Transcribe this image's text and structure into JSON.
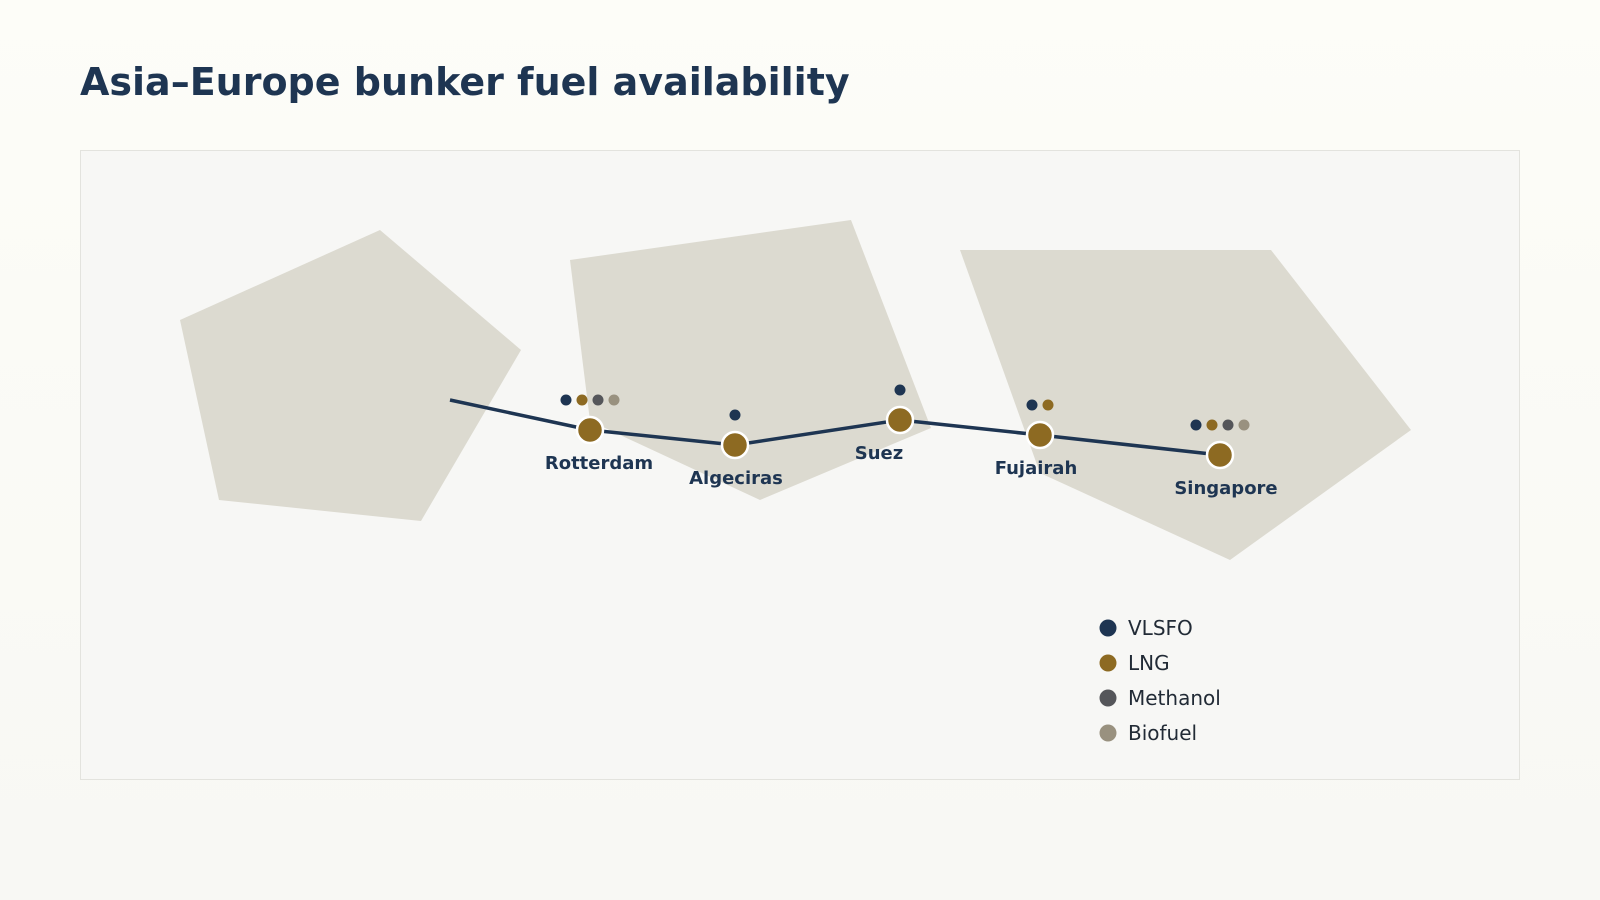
{
  "title": "Asia–Europe bunker fuel availability",
  "colors": {
    "land": "#dcdad0",
    "route": "#1e3552",
    "port": "#8d6a22",
    "label": "#1e3552"
  },
  "fuels": [
    {
      "name": "VLSFO",
      "color": "#1e3552"
    },
    {
      "name": "LNG",
      "color": "#8d6a22"
    },
    {
      "name": "Methanol",
      "color": "#55565a"
    },
    {
      "name": "Biofuel",
      "color": "#99917f"
    }
  ],
  "ports": [
    {
      "name": "Rotterdam",
      "fuels": [
        "VLSFO",
        "LNG",
        "Methanol",
        "Biofuel"
      ]
    },
    {
      "name": "Algeciras",
      "fuels": [
        "VLSFO"
      ]
    },
    {
      "name": "Suez",
      "fuels": [
        "VLSFO"
      ]
    },
    {
      "name": "Fujairah",
      "fuels": [
        "VLSFO",
        "LNG"
      ]
    },
    {
      "name": "Singapore",
      "fuels": [
        "VLSFO",
        "LNG",
        "Methanol",
        "Biofuel"
      ]
    }
  ]
}
